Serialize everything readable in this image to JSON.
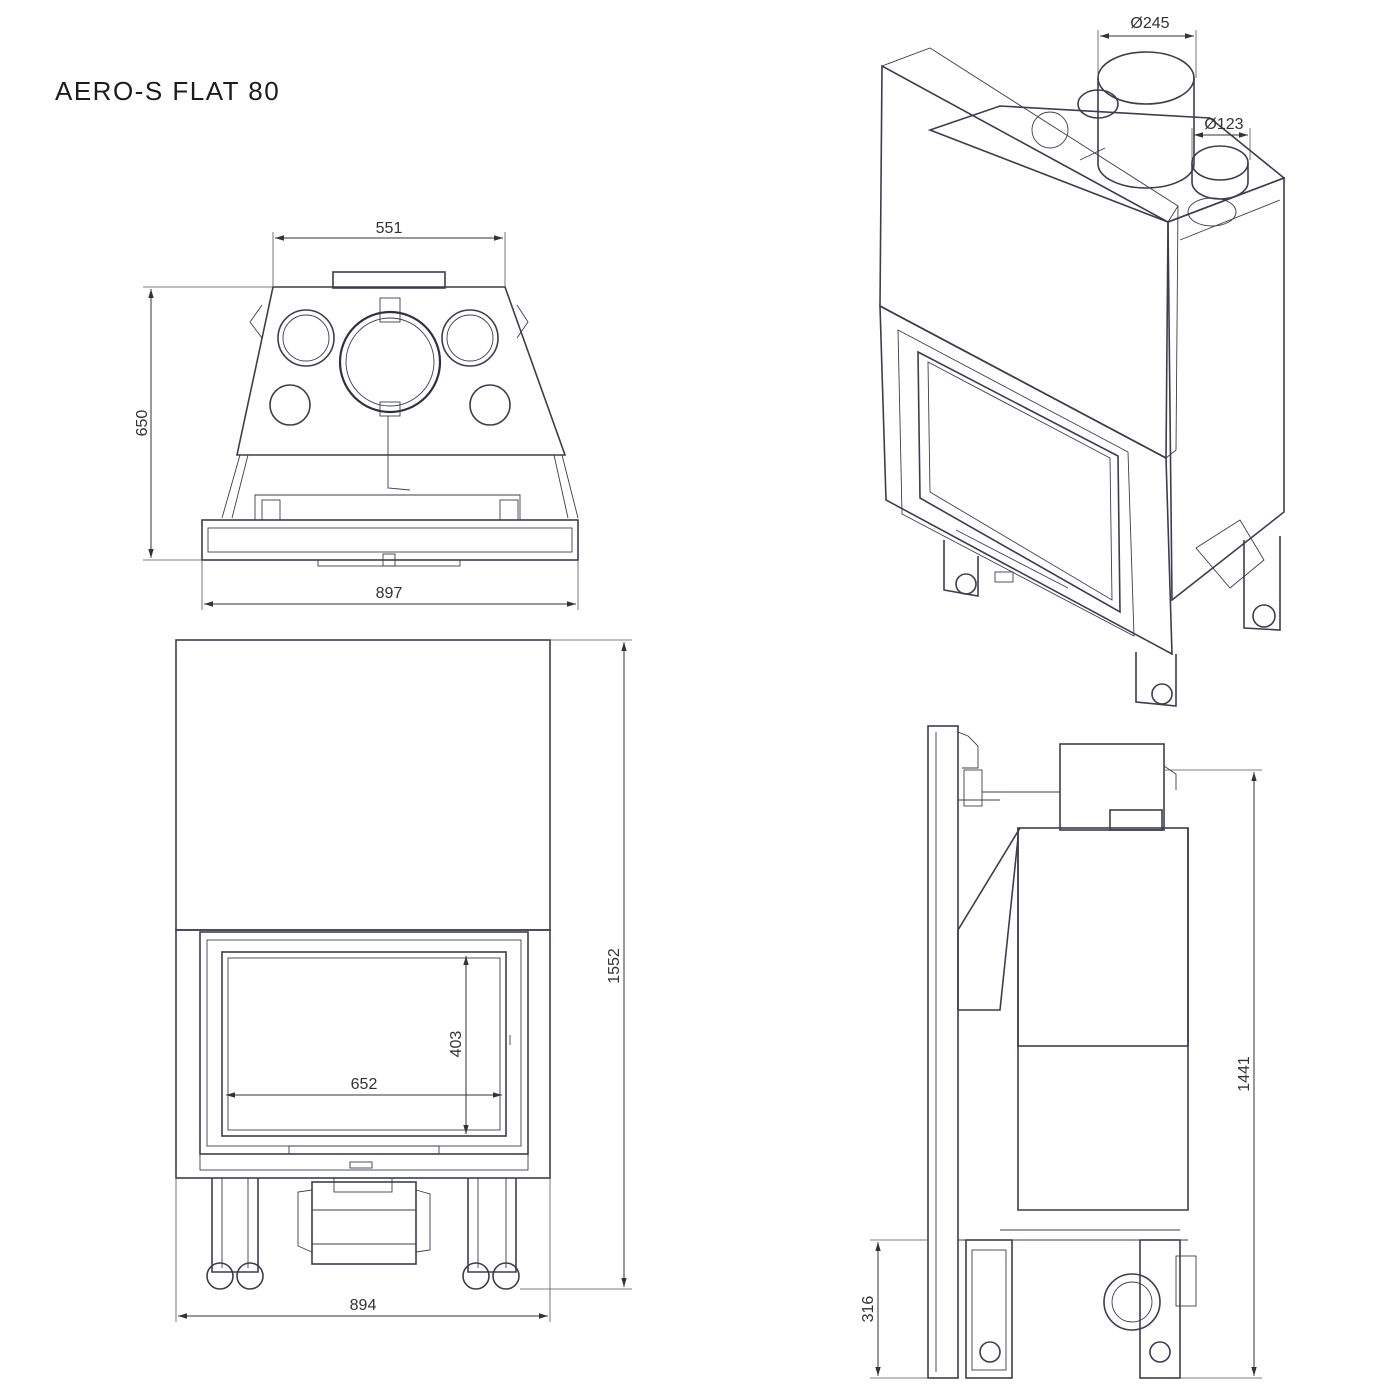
{
  "title": "AERO-S FLAT 80",
  "views": {
    "top": {
      "dims": {
        "width_top": "551",
        "height": "650",
        "width_bottom": "897"
      }
    },
    "front": {
      "dims": {
        "glass_height": "403",
        "glass_width": "652",
        "total_height": "1552",
        "total_width": "894"
      }
    },
    "iso": {
      "dims": {
        "flue_diameter": "Ø245",
        "air_diameter": "Ø123"
      }
    },
    "side": {
      "dims": {
        "body_height": "1441",
        "base_height": "316"
      }
    }
  },
  "colors": {
    "line": "#3d3d4f",
    "dimension": "#333333",
    "background": "#ffffff"
  }
}
